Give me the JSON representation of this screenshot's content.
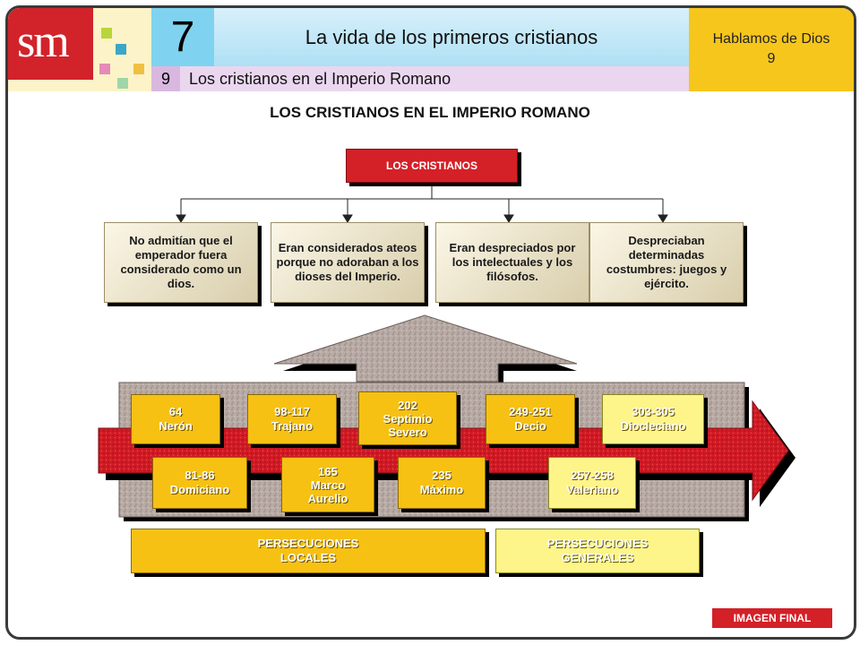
{
  "header": {
    "logo_text": "sm",
    "unit_number": "7",
    "unit_title": "La vida de los primeros cristianos",
    "lesson_number": "9",
    "lesson_title": "Los cristianos en el Imperio Romano",
    "series_line1": "Hablamos de Dios",
    "series_line2": "9"
  },
  "main_title": "LOS CRISTIANOS EN EL IMPERIO ROMANO",
  "top_box": "LOS CRISTIANOS",
  "reasons": [
    "No admitían que el emperador fuera considerado como un dios.",
    "Eran considerados ateos porque no adoraban a los dioses del Imperio.",
    "Eran despreciados por los intelectuales y los filósofos.",
    "Despreciaban determinadas costumbres: juegos y ejército."
  ],
  "persecutions_top": [
    {
      "years": "64",
      "emperor": "Nerón"
    },
    {
      "years": "98-117",
      "emperor": "Trajano"
    },
    {
      "years": "202",
      "emperor": "Septimio Severo"
    },
    {
      "years": "249-251",
      "emperor": "Decio"
    },
    {
      "years": "303-305",
      "emperor": "Diocleciano"
    }
  ],
  "persecutions_bottom": [
    {
      "years": "81-86",
      "emperor": "Domiciano"
    },
    {
      "years": "165",
      "emperor": "Marco Aurelio"
    },
    {
      "years": "235",
      "emperor": "Máximo"
    },
    {
      "years": "257-258",
      "emperor": "Valeriano"
    }
  ],
  "legend": {
    "local_line1": "PERSECUCIONES",
    "local_line2": "LOCALES",
    "general_line1": "PERSECUCIONES",
    "general_line2": "GENERALES"
  },
  "footer_button": "IMAGEN FINAL",
  "colors": {
    "accent_red": "#d42027",
    "local_persecution": "#f6c113",
    "general_persecution": "#fdf48a",
    "header_blue": "#7fd3f0",
    "header_yellow": "#f7c61c"
  }
}
